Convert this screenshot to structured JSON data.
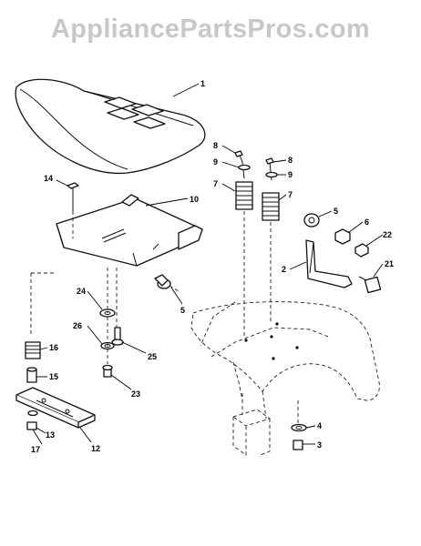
{
  "watermark": "AppliancePartsPros.com",
  "callouts": {
    "c1": "1",
    "c2": "2",
    "c3": "3",
    "c4": "4",
    "c5": "5",
    "c5b": "5",
    "c6": "6",
    "c7a": "7",
    "c7b": "7",
    "c8a": "8",
    "c8b": "8",
    "c9a": "9",
    "c9b": "9",
    "c10": "10",
    "c12": "12",
    "c13": "13",
    "c14": "14",
    "c15": "15",
    "c16": "16",
    "c17": "17",
    "c21": "21",
    "c22": "22",
    "c23": "23",
    "c24": "24",
    "c25": "25",
    "c26": "26"
  }
}
